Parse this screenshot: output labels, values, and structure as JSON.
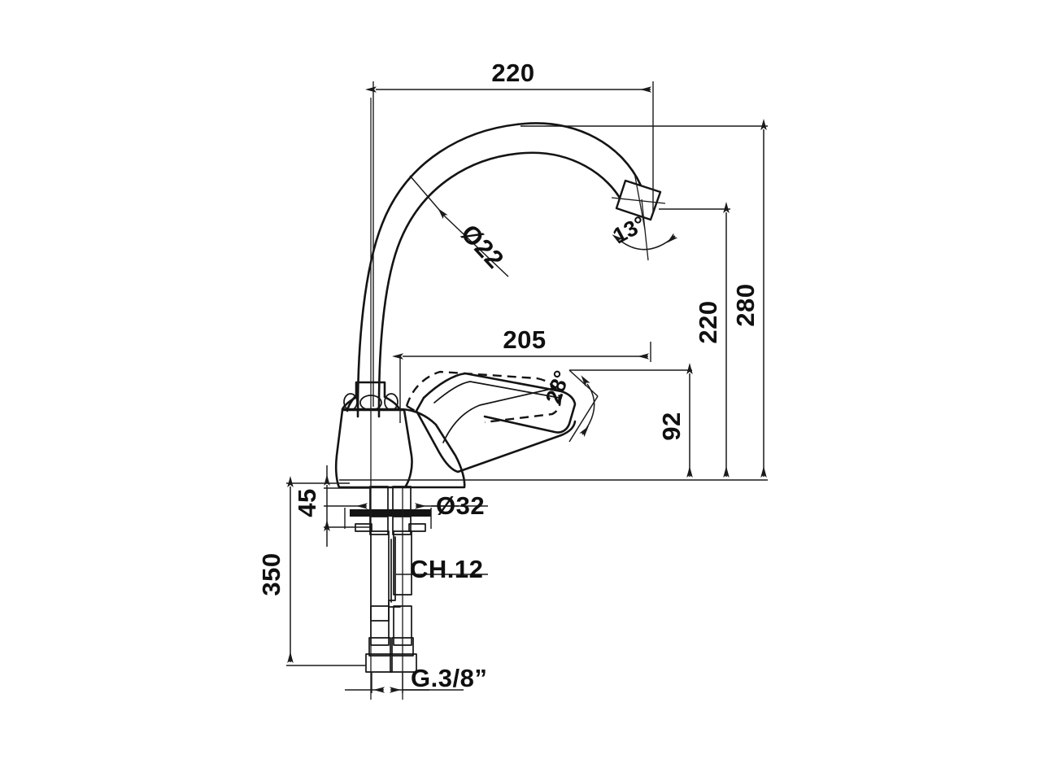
{
  "drawing": {
    "title": "Single-lever kitchen mixer tap — dimensioned technical drawing",
    "background_color": "#ffffff",
    "line_color": "#141414",
    "units": "mm",
    "view": "front elevation"
  },
  "dimensions": {
    "spout_reach": {
      "label": "220",
      "value": 220,
      "orientation": "horizontal",
      "position": "top"
    },
    "spout_tube_diameter": {
      "label": "Ø22",
      "value": 22,
      "orientation": "leader",
      "position": "spout-arc"
    },
    "outlet_angle": {
      "label": "13°",
      "value": 13,
      "orientation": "angular",
      "position": "spout-outlet"
    },
    "lever_reach": {
      "label": "205",
      "value": 205,
      "orientation": "horizontal",
      "position": "lever"
    },
    "lever_angle": {
      "label": "28°",
      "value": 28,
      "orientation": "angular",
      "position": "lever-tip"
    },
    "lever_height": {
      "label": "92",
      "value": 92,
      "orientation": "vertical",
      "position": "right"
    },
    "spout_outlet_height": {
      "label": "220",
      "value": 220,
      "orientation": "vertical",
      "position": "right"
    },
    "overall_height": {
      "label": "280",
      "value": 280,
      "orientation": "vertical",
      "position": "right"
    },
    "deck_thickness": {
      "label": "45",
      "value": 45,
      "orientation": "vertical",
      "position": "left-lower"
    },
    "base_diameter": {
      "label": "Ø32",
      "value": 32,
      "orientation": "leader",
      "position": "base"
    },
    "spanner_size": {
      "label": "CH.12",
      "value": 12,
      "orientation": "leader",
      "position": "tie-rod"
    },
    "hose_length": {
      "label": "350",
      "value": 350,
      "orientation": "vertical",
      "position": "left"
    },
    "hose_thread": {
      "label": "G.3/8”",
      "value": "G.3/8\"",
      "orientation": "leader",
      "position": "hose-end"
    }
  },
  "labels": {
    "d220_top": "220",
    "d22_diameter": "Ø22",
    "a13_degrees": "13°",
    "d205_lever": "205",
    "a28_degrees": "28°",
    "d92_height": "92",
    "d220_height": "220",
    "d280_height": "280",
    "d45_deck": "45",
    "d32_base": "Ø32",
    "ch12_spanner": "CH.12",
    "d350_hose": "350",
    "g38_thread": "G.3/8”"
  }
}
